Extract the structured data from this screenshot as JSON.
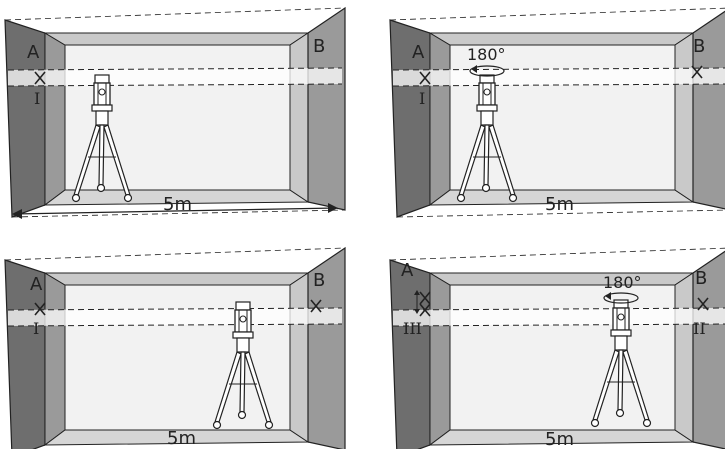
{
  "panels": [
    {
      "id": "panel-1",
      "wall_left": "A",
      "wall_right": "B",
      "mark_left": "I",
      "mark_right": "",
      "distance": "5m",
      "rotation": "",
      "tripod_side": "left",
      "cross_left": true,
      "cross_right": false,
      "cross_left_extra": false
    },
    {
      "id": "panel-2",
      "wall_left": "A",
      "wall_right": "B",
      "mark_left": "I",
      "mark_right": "",
      "distance": "5m",
      "rotation": "180°",
      "tripod_side": "left",
      "cross_left": true,
      "cross_right": true,
      "cross_left_extra": false
    },
    {
      "id": "panel-3",
      "wall_left": "A",
      "wall_right": "B",
      "mark_left": "I",
      "mark_right": "",
      "distance": "5m",
      "rotation": "",
      "tripod_side": "right",
      "cross_left": true,
      "cross_right": true,
      "cross_left_extra": false
    },
    {
      "id": "panel-4",
      "wall_left": "A",
      "wall_right": "B",
      "mark_left": "III",
      "mark_right": "II",
      "distance": "5m",
      "rotation": "180°",
      "tripod_side": "right",
      "cross_left": true,
      "cross_right": true,
      "cross_left_extra": true
    }
  ],
  "colors": {
    "stroke": "#222222",
    "wall_dark": "#6e6e6e",
    "wall_mid": "#9a9a9a",
    "wall_light": "#c9c9c9",
    "floor": "#d6d6d6",
    "back": "#f2f2f2",
    "beam": "#ffffff"
  }
}
